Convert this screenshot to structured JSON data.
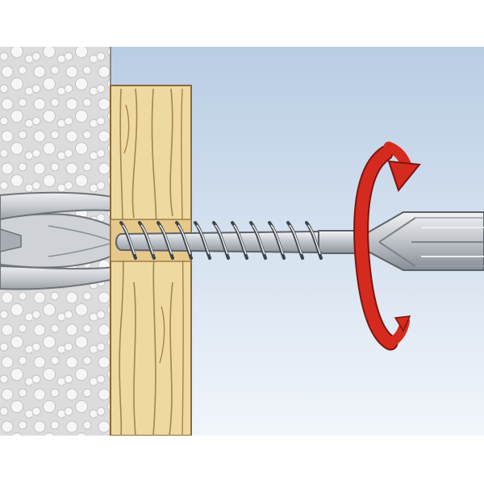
{
  "diagram": {
    "components": {
      "wall": "aerated-concrete-wall",
      "plank": "wooden-plank",
      "anchor": "plastic-wall-plug",
      "screw": "wood-screw",
      "driver": "screwdriver-bit",
      "arrow": "clockwise-rotation-arrow-icon"
    },
    "colors": {
      "sky_top": "#b9cde4",
      "sky_bottom": "#f2f6fb",
      "wall": "#dcdcdc",
      "wood": "#efd9a3",
      "screw": "#c8ccd2",
      "plug": "#d7d9dc",
      "arrow": "#d52b1e"
    }
  }
}
